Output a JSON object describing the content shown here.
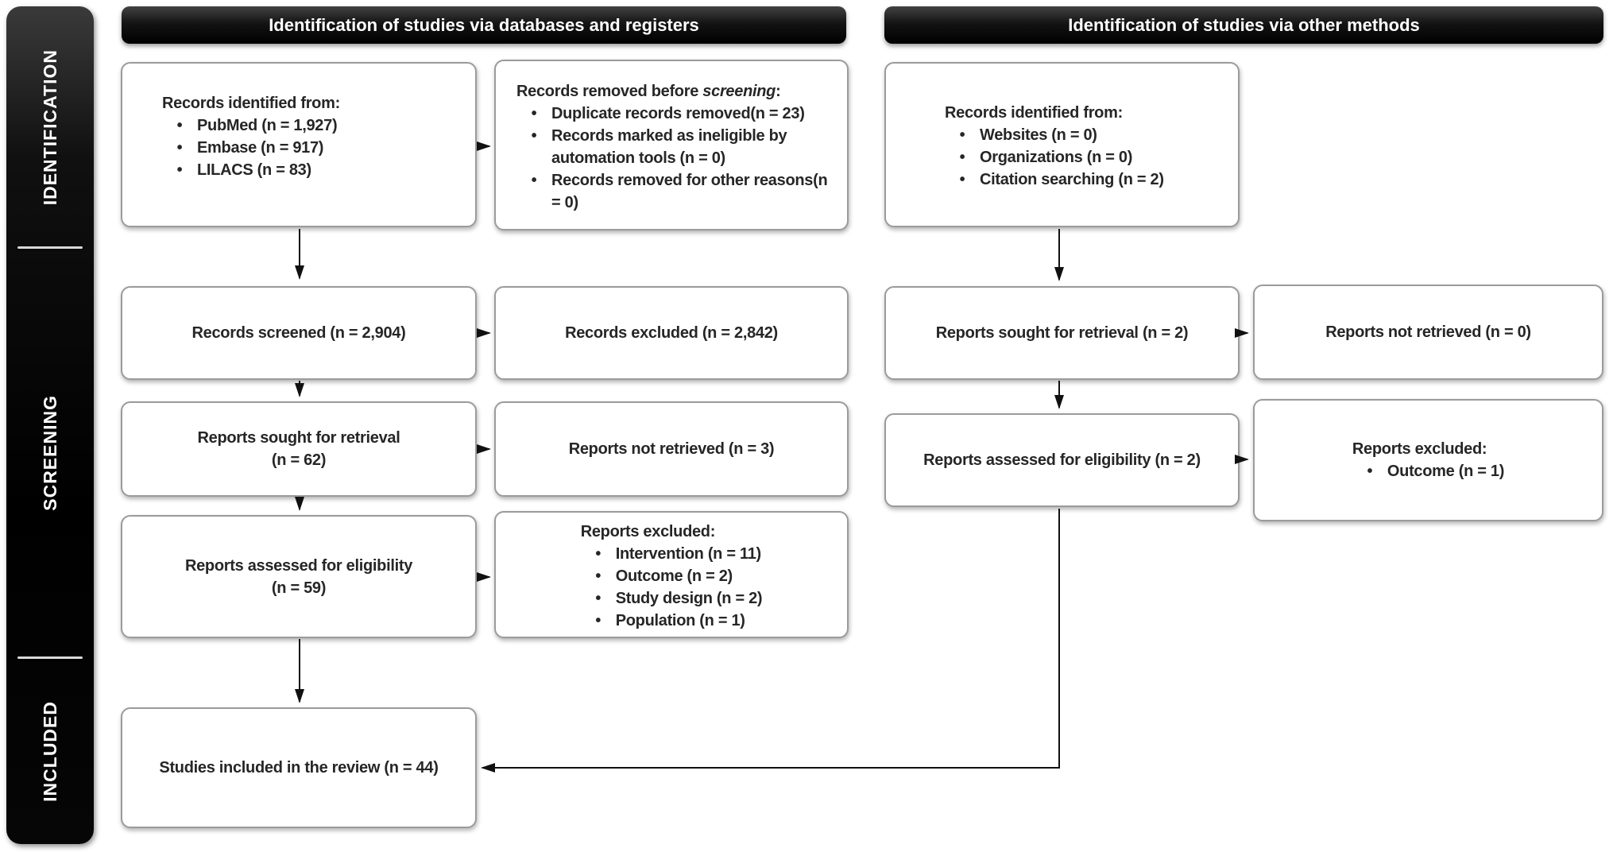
{
  "headers": {
    "left": "Identification of studies via databases and registers",
    "right": "Identification of studies via other methods"
  },
  "sidebar": {
    "identification": "IDENTIFICATION",
    "screening": "SCREENING",
    "included": "INCLUDED"
  },
  "boxes": {
    "db_records_identified": {
      "title": "Records identified from:",
      "bullets": [
        "PubMed (n = 1,927)",
        "Embase (n = 917)",
        "LILACS (n = 83)"
      ]
    },
    "records_removed": {
      "title_prefix": "Records removed before ",
      "title_italic": "screening",
      "title_suffix": ":",
      "bullets": [
        "Duplicate records removed(n = 23)",
        "Records marked as ineligible by automation tools (n = 0)",
        "Records removed for other reasons(n = 0)"
      ]
    },
    "records_screened": {
      "text": "Records screened (n = 2,904)"
    },
    "records_excluded": {
      "text": "Records excluded (n = 2,842)"
    },
    "reports_sought_db": {
      "line1": "Reports sought for retrieval",
      "line2": "(n = 62)"
    },
    "reports_not_retrieved_db": {
      "text": "Reports not retrieved (n = 3)"
    },
    "reports_assessed_db": {
      "line1": "Reports assessed for eligibility",
      "line2": "(n = 59)"
    },
    "reports_excluded_db": {
      "title": "Reports excluded:",
      "bullets": [
        "Intervention (n = 11)",
        "Outcome (n = 2)",
        "Study design (n = 2)",
        "Population (n = 1)"
      ]
    },
    "other_records_identified": {
      "title": "Records identified from:",
      "bullets": [
        "Websites (n = 0)",
        "Organizations (n = 0)",
        "Citation searching (n = 2)"
      ]
    },
    "reports_sought_other": {
      "text": "Reports sought for retrieval (n = 2)"
    },
    "reports_not_retrieved_other": {
      "text": "Reports not retrieved (n = 0)"
    },
    "reports_assessed_other": {
      "text": "Reports assessed for eligibility (n = 2)"
    },
    "reports_excluded_other": {
      "title": "Reports excluded:",
      "bullets": [
        "Outcome (n = 1)"
      ]
    },
    "studies_included": {
      "text": "Studies included in the review (n = 44)"
    }
  },
  "colors": {
    "bar_background": "#0a0a0a",
    "bar_text": "#ffffff",
    "box_border": "#9b9b9b",
    "box_background": "#ffffff",
    "text": "#262626",
    "arrow": "#111111"
  }
}
